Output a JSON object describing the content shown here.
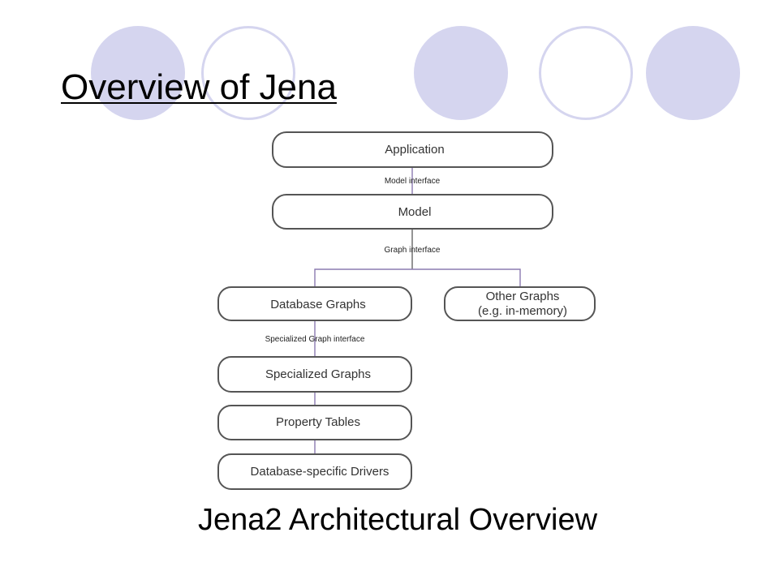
{
  "slide": {
    "title": "Overview of Jena",
    "caption": "Jena2 Architectural Overview"
  },
  "colors": {
    "decor_circle": "#d5d5ef",
    "connector": "#8c7bb0",
    "box_stroke": "#555555"
  },
  "diagram": {
    "boxes": {
      "application": "Application",
      "model": "Model",
      "database_graphs": "Database Graphs",
      "other_graphs_line1": "Other Graphs",
      "other_graphs_line2": "(e.g. in-memory)",
      "specialized_graphs": "Specialized Graphs",
      "property_tables": "Property Tables",
      "db_drivers": "Database-specific Drivers"
    },
    "interfaces": {
      "model_interface": "Model interface",
      "graph_interface": "Graph interface",
      "specialized_graph_interface": "Specialized Graph interface"
    }
  }
}
